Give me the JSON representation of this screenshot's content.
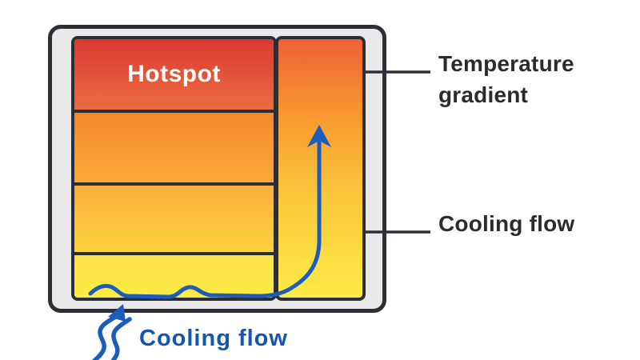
{
  "diagram": {
    "hotspot_label": "Hotspot",
    "temperature_gradient_label": "Temperature gradient",
    "cooling_flow_label": "Cooling flow",
    "cooling_flow_caption": "Cooling flow"
  },
  "colors": {
    "outline": "#2b2e35",
    "outer_fill": "#e9e9e9",
    "hotspot_top": "#d93a31",
    "hotspot_bottom": "#ed6c40",
    "band2_top": "#f6872c",
    "band2_bottom": "#fba939",
    "band3_top": "#fbae3a",
    "band3_bottom": "#fdd23f",
    "band4_top": "#fde14b",
    "band4_bottom": "#fcec41",
    "column_top": "#ef6038",
    "column_mid": "#f89a2f",
    "column_low": "#fcc93c",
    "column_bottom": "#fdea46",
    "flow_blue": "#1c5cba",
    "caption_blue": "#1355b2",
    "label_text": "#2b2b2b",
    "hotspot_text": "#ffffff"
  }
}
